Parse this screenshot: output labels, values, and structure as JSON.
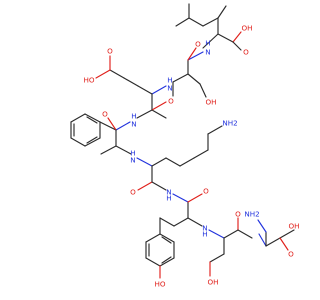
{
  "molecule": {
    "labels": {
      "cooh_top": "OH",
      "cooh_top_o": "O",
      "nh_val": "H",
      "nh_val_n": "N",
      "ser1_oh": "OH",
      "ser1_o": "O",
      "glu_side_o": "O",
      "glu_side_ho": "HO",
      "glu_nh": "H",
      "glu_nh_n": "N",
      "glu_o": "O",
      "phe_o": "O",
      "phe_nh": "H",
      "phe_nh_n": "N",
      "lys_nh2": "NH2",
      "lys_o": "O",
      "lys_nh": "H",
      "lys_nh_n": "N",
      "tyr_o": "O",
      "tyr_nh": "H",
      "tyr_nh_n": "N",
      "ser2_o": "O",
      "ser2_nh": "H",
      "ser2_nh_n": "N",
      "thr_nh2": "NH2",
      "thr_o": "O",
      "thr_oh": "OH",
      "ser2_oh": "OH",
      "tyr_oh": "HO"
    }
  }
}
